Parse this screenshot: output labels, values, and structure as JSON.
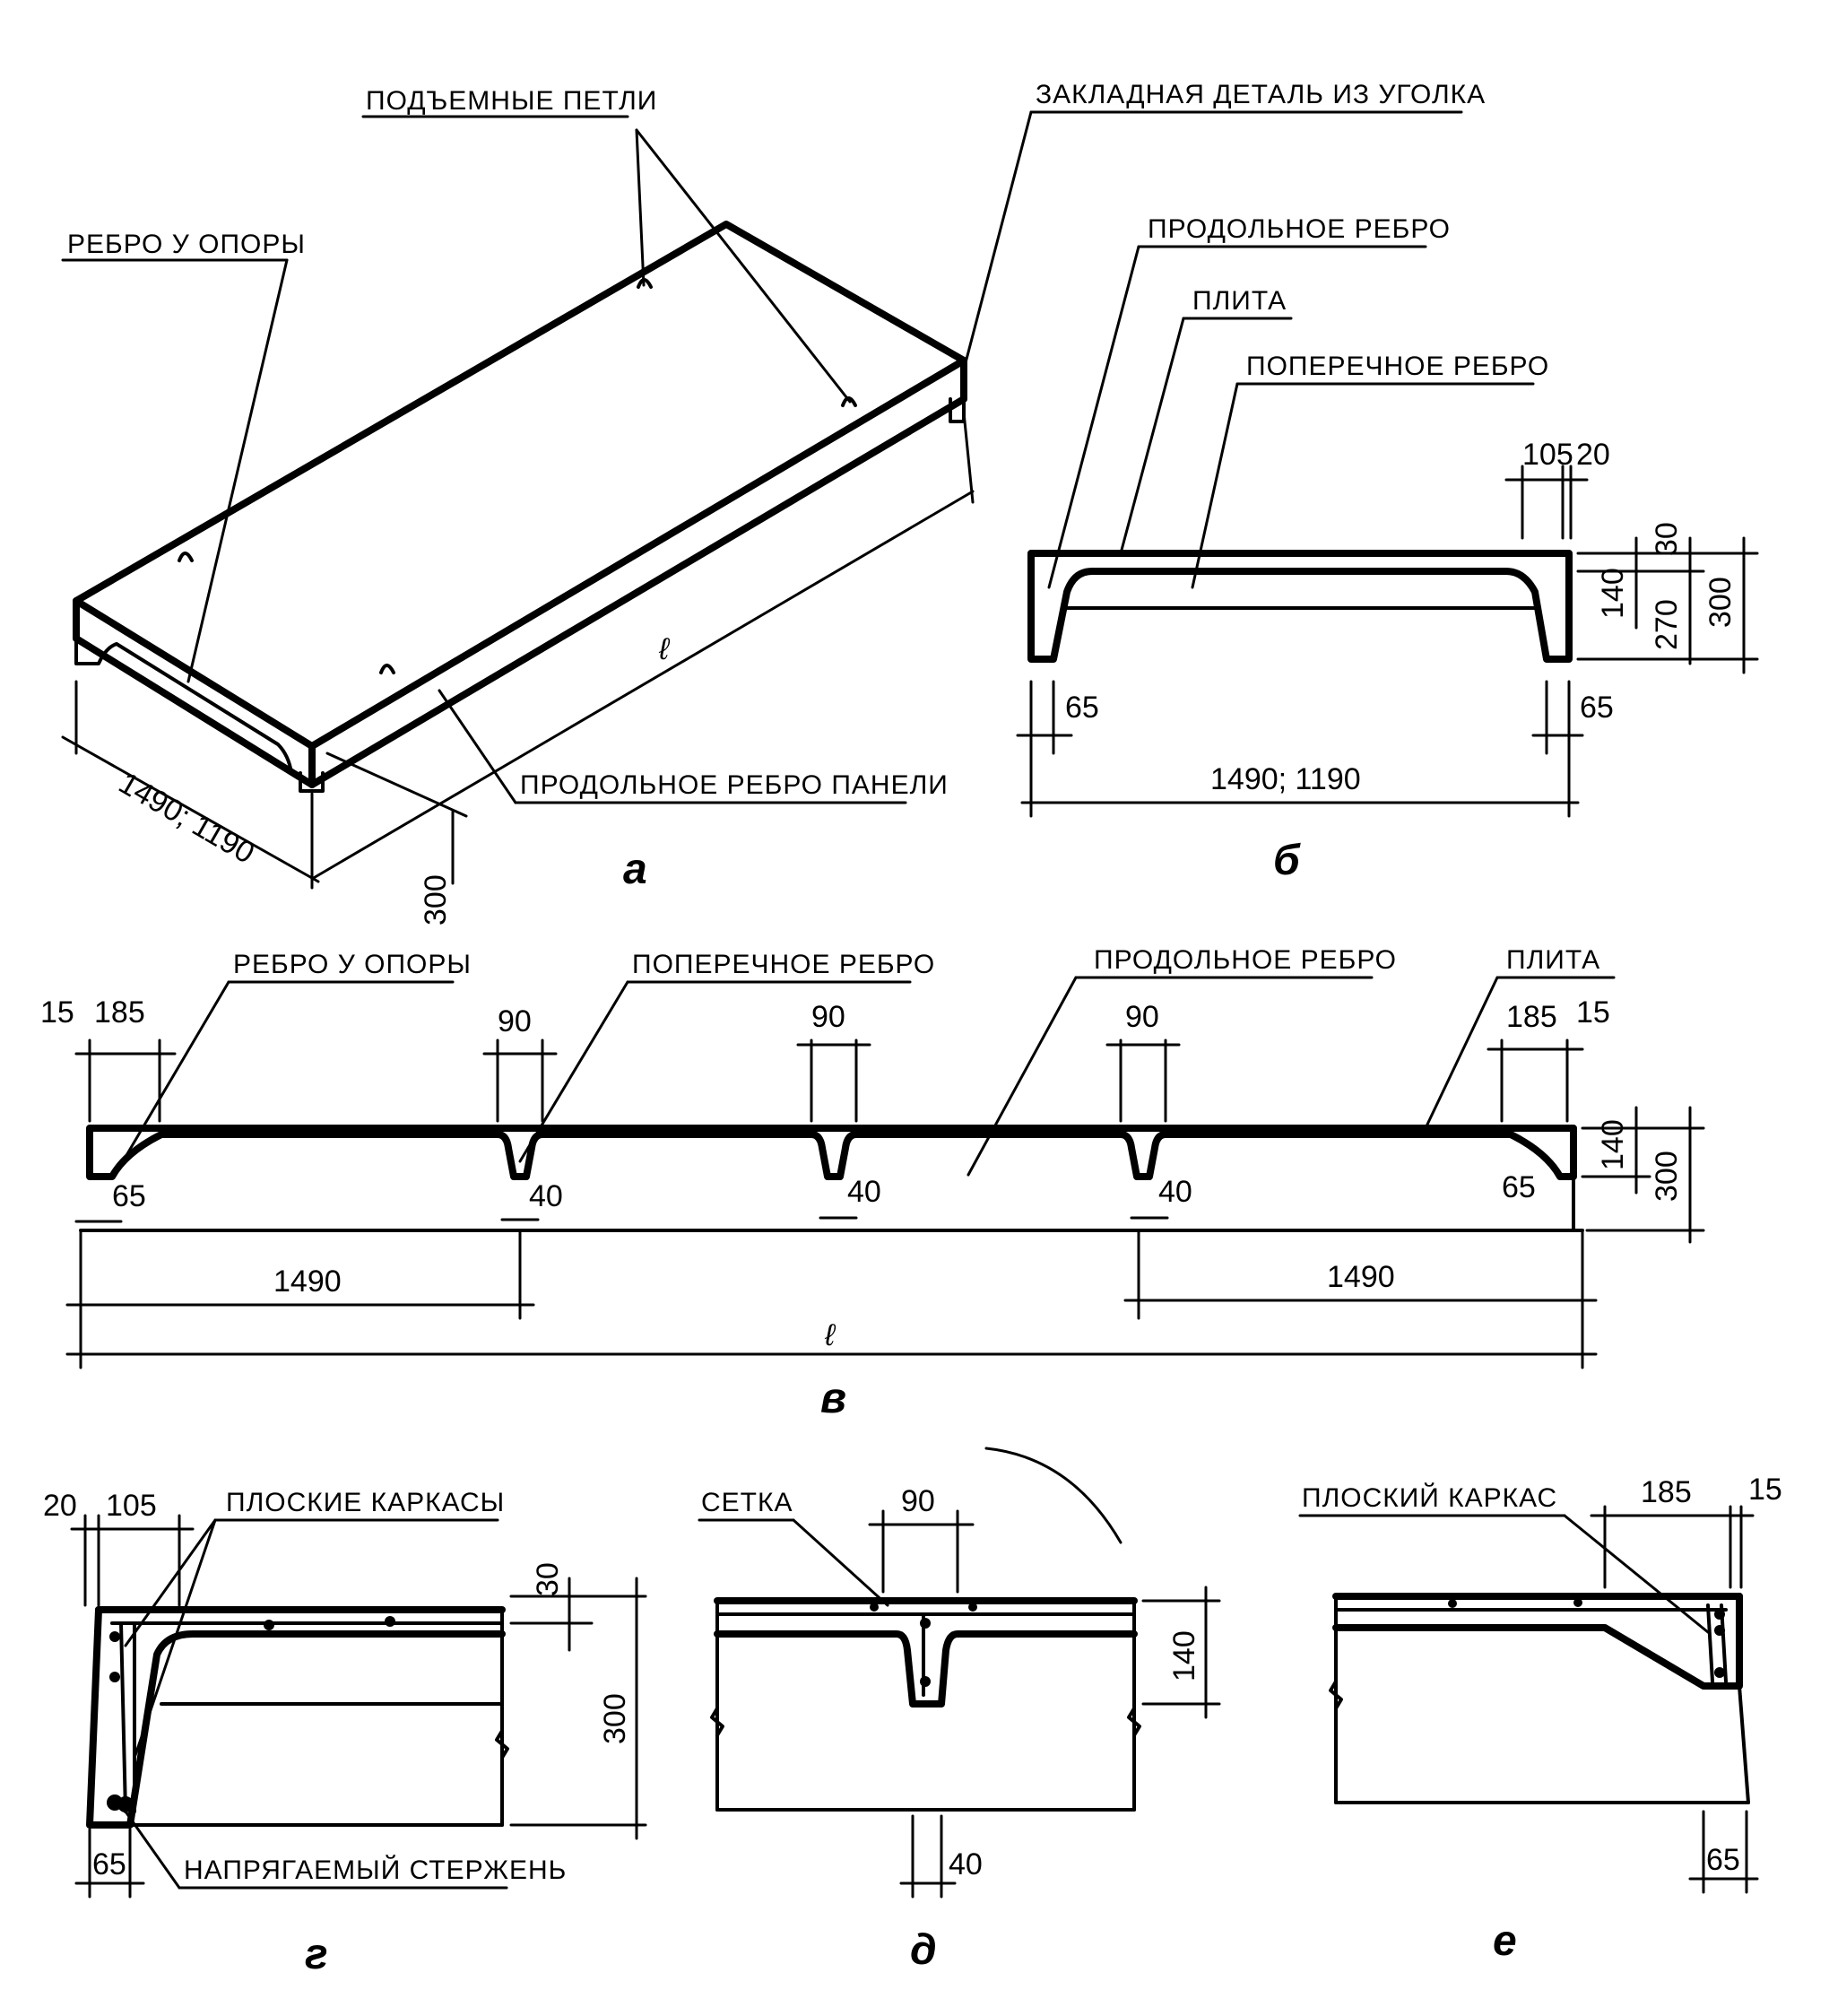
{
  "labels": {
    "lifting_loops": "ПОДЪЕМНЫЕ ПЕТЛИ",
    "embedded_angle": "ЗАКЛАДНАЯ ДЕТАЛЬ ИЗ УГОЛКА",
    "support_rib": "РЕБРО У ОПОРЫ",
    "longitudinal_rib": "ПРОДОЛЬНОЕ РЕБРО",
    "slab": "ПЛИТА",
    "transverse_rib": "ПОПЕРЕЧНОЕ РЕБРО",
    "panel_longitudinal_rib": "ПРОДОЛЬНОЕ РЕБРО ПАНЕЛИ",
    "flat_frames": "ПЛОСКИЕ КАРКАСЫ",
    "prestressed_bar": "НАПРЯГАЕМЫЙ СТЕРЖЕНЬ",
    "mesh": "СЕТКА",
    "flat_frame": "ПЛОСКИЙ КАРКАС"
  },
  "figures": {
    "a": "а",
    "b": "б",
    "v": "в",
    "g": "г",
    "d": "д",
    "e": "е"
  },
  "dims": {
    "width_options": "1490; 1190",
    "length": "ℓ",
    "d300": "300",
    "d270": "270",
    "d140": "140",
    "d105": "105",
    "d20": "20",
    "d30": "30",
    "d65": "65",
    "d15": "15",
    "d185": "185",
    "d90": "90",
    "d40": "40",
    "d1490": "1490"
  }
}
